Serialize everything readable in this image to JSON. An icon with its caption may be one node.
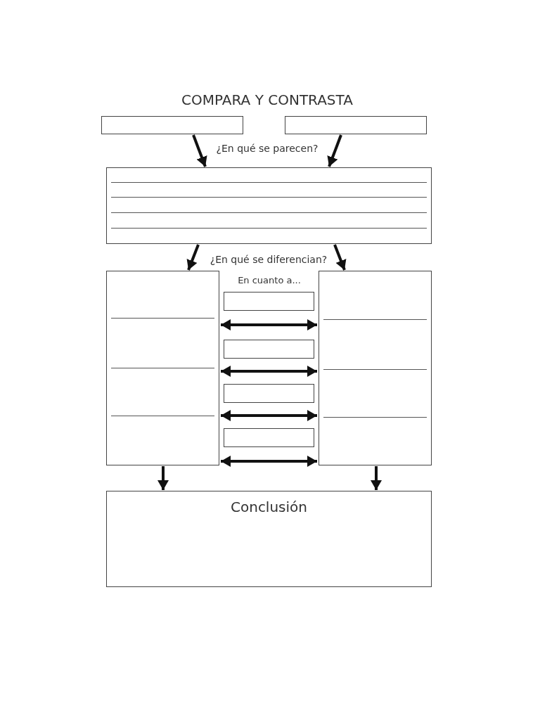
{
  "diagram": {
    "title": "COMPARA Y CONTRASTA",
    "nodes": [
      {
        "text": [],
        "shape": "box"
      },
      {
        "text": [],
        "shape": "box"
      },
      {
        "text": [],
        "shape": "box"
      },
      {
        "text": [],
        "shape": "box"
      },
      {
        "text": [],
        "shape": "box"
      },
      {
        "text": [],
        "shape": "box"
      },
      {
        "text": [],
        "shape": "box"
      },
      {
        "text": [],
        "shape": "box"
      },
      {
        "text": [],
        "shape": "box"
      },
      {
        "text": [
          "Conclusión"
        ]
      }
    ],
    "edges": [
      {
        "from": 0,
        "to": 2,
        "arrow": "to"
      },
      {
        "from": 1,
        "to": 2,
        "arrow": "to"
      },
      {
        "from": 2,
        "to": 3,
        "arrow": "to"
      },
      {
        "from": 2,
        "to": 4,
        "arrow": "to"
      },
      {
        "from": 3,
        "to": 4,
        "arrow": "both"
      },
      {
        "from": 3,
        "to": 4,
        "arrow": "both"
      },
      {
        "from": 3,
        "to": 4,
        "arrow": "both"
      },
      {
        "from": 3,
        "to": 4,
        "arrow": "both"
      },
      {
        "from": 3,
        "to": 9,
        "arrow": "to"
      },
      {
        "from": 4,
        "to": 9,
        "arrow": "to"
      }
    ],
    "labels": [
      "¿En qué se parecen?",
      "¿En qué se diferencian?",
      "En cuanto a..."
    ]
  }
}
